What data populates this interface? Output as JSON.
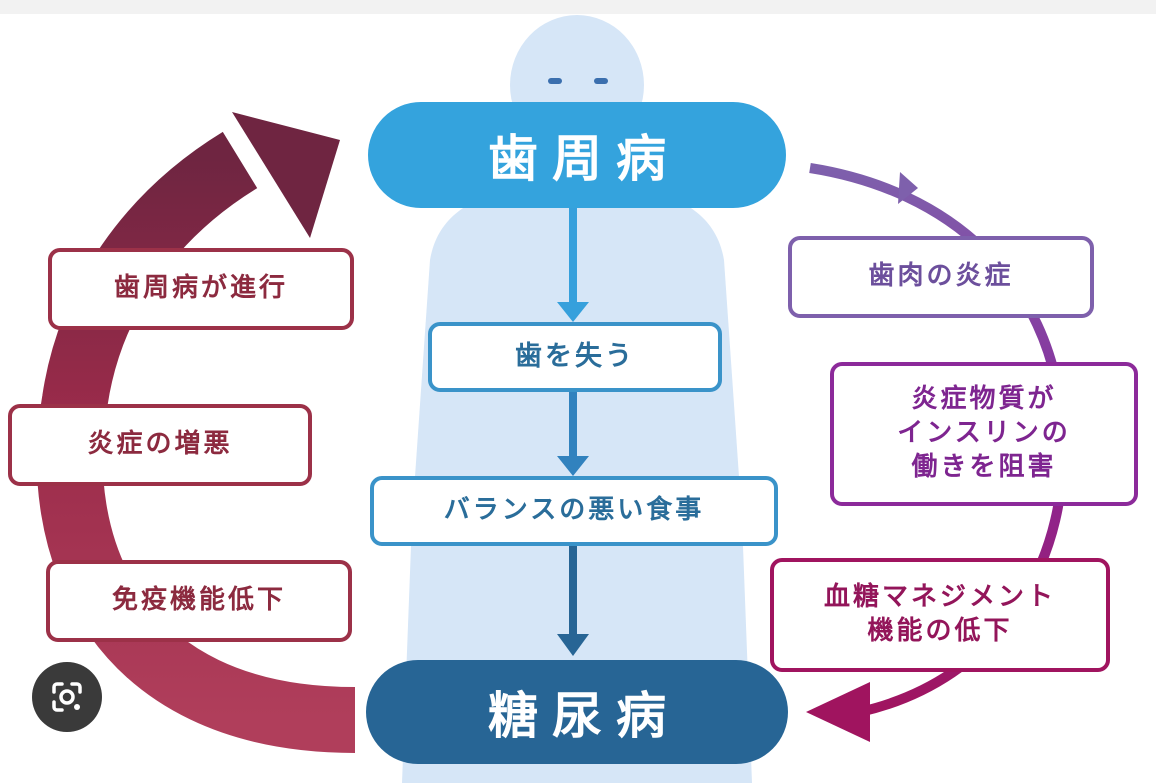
{
  "top_node": {
    "label": "歯周病"
  },
  "bottom_node": {
    "label": "糖尿病"
  },
  "center_path": [
    {
      "label": "歯を失う"
    },
    {
      "label": "バランスの悪い食事"
    }
  ],
  "left_cycle": [
    {
      "label": "歯周病が進行"
    },
    {
      "label": "炎症の増悪"
    },
    {
      "label": "免疫機能低下"
    }
  ],
  "right_cycle": [
    {
      "label": "歯肉の炎症"
    },
    {
      "lines": [
        "炎症物質が",
        "インスリンの",
        "働きを阻害"
      ]
    },
    {
      "lines": [
        "血糖マネジメント",
        "機能の低下"
      ]
    }
  ],
  "icons": {
    "lens": "lens-search-icon"
  },
  "colors": {
    "top_pill": "#34a3dd",
    "bottom_pill": "#276595",
    "figure": "#d6e6f7",
    "left_arrow_top": "#6f2541",
    "left_arrow_bottom": "#b03e5b",
    "right_arrow_top": "#7e60ac",
    "right_arrow_bottom": "#a0145f"
  }
}
